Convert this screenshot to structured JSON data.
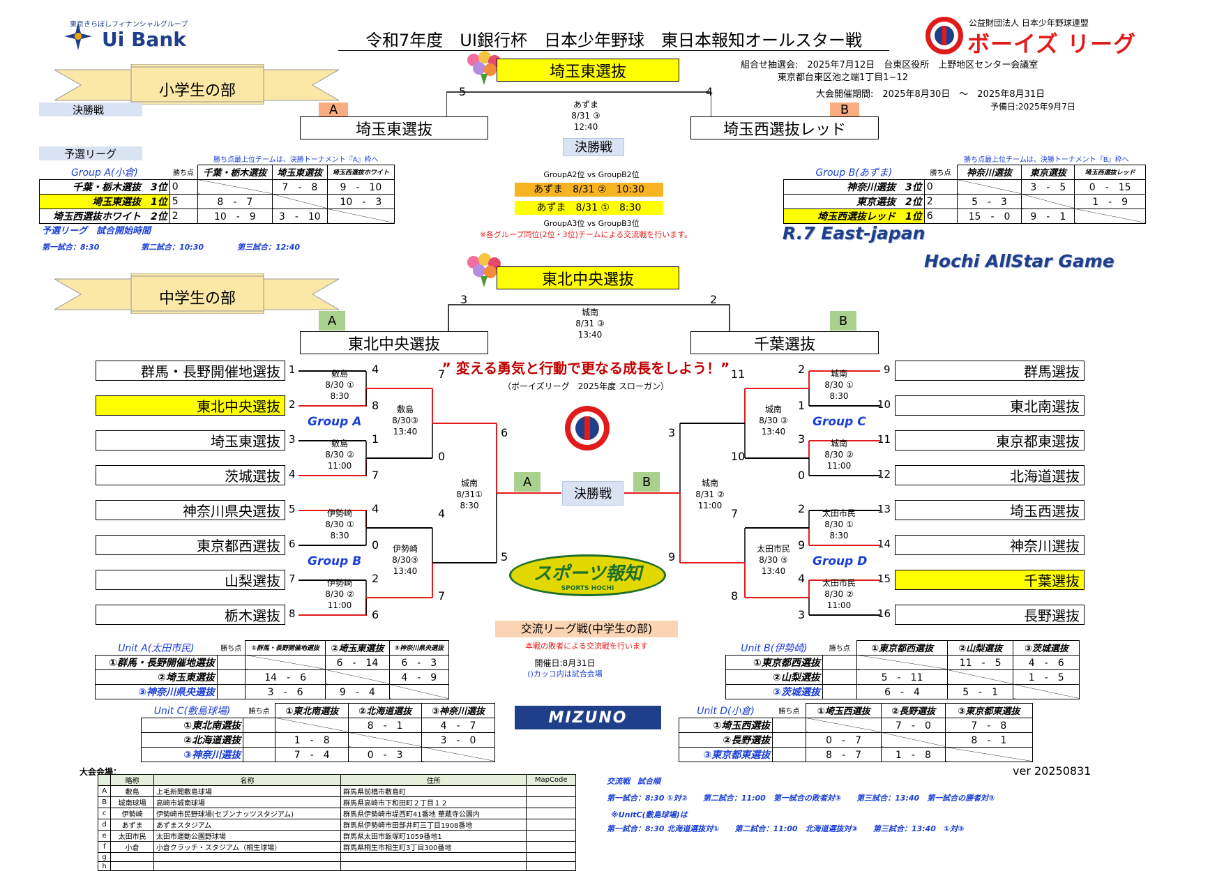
{
  "header": {
    "bank_sub": "東京きらぼしフィナンシャルグループ",
    "bank_name": "Ui Bank",
    "title": "令和7年度　UI銀行杯　日本少年野球　東日本報知オールスター戦",
    "league_sub": "公益財団法人 日本少年野球連盟",
    "league_name": "ボーイズ リーグ",
    "draw": "組合せ抽選会:　2025年7月12日　台東区役所　上野地区センター会議室",
    "address": "東京都台東区池之端1丁目1−12",
    "period": "大会開催期間:　2025年8月30日　～　2025年8月31日",
    "reserve": "予備日:2025年9月7日"
  },
  "elementary": {
    "banner": "小学生の部",
    "final_tag": "決勝戦",
    "champion": "埼玉東選抜",
    "left_score": "5",
    "right_score": "4",
    "venue": "あずま",
    "date": "8/31 ③",
    "time": "12:40",
    "label_a": "A",
    "label_b": "B",
    "team_a": "埼玉東選抜",
    "team_b": "埼玉西選抜レッド",
    "final_label": "決勝戦",
    "prelim_tag": "予選リーグ",
    "note_a": "勝ち点最上位チームは、決勝トーナメント『A』枠へ",
    "note_b": "勝ち点最上位チームは、決勝トーナメント『B』枠へ",
    "cross1": "GroupA2位 vs GroupB2位",
    "cross_m1": "あずま　8/31 ②　10:30",
    "cross_m2": "あずま　8/31 ①　8:30",
    "cross2": "GroupA3位 vs GroupB3位",
    "cross_note": "※各グループ同位(2位・3位)チームによる交流戦を行います。",
    "start_title": "予選リーグ　試合開始時間",
    "start1": "第一試合：8:30",
    "start2": "第二試合：10:30",
    "start3": "第三試合：12:40",
    "groupA": {
      "name": "Group A(小倉)",
      "pts": "勝ち点",
      "cols": [
        "千葉・栃木選抜",
        "埼玉東選抜",
        "埼玉西選抜ホワイト"
      ],
      "rows": [
        {
          "team": "千葉・栃木選抜　3位",
          "pts": "0",
          "c": [
            "",
            "7　-　8",
            "9　-　10"
          ]
        },
        {
          "team": "埼玉東選抜　1位",
          "pts": "5",
          "c": [
            "8　-　7",
            "",
            "10　-　3"
          ]
        },
        {
          "team": "埼玉西選抜ホワイト　2位",
          "pts": "2",
          "c": [
            "10　-　9",
            "3　-　10",
            ""
          ]
        }
      ]
    },
    "groupB": {
      "name": "Group B(あずま)",
      "pts": "勝ち点",
      "cols": [
        "神奈川選抜",
        "東京選抜",
        "埼玉西選抜レッド"
      ],
      "rows": [
        {
          "team": "神奈川選抜　3位",
          "pts": "0",
          "c": [
            "",
            "3　-　5",
            "0　-　15"
          ]
        },
        {
          "team": "東京選抜　2位",
          "pts": "2",
          "c": [
            "5　-　3",
            "",
            "1　-　9"
          ]
        },
        {
          "team": "埼玉西選抜レッド　1位",
          "pts": "6",
          "c": [
            "15　-　0",
            "9　-　1",
            ""
          ]
        }
      ]
    }
  },
  "brand": {
    "line1": "R.7 East-japan",
    "line2": "Hochi AllStar Game"
  },
  "junior": {
    "banner": "中学生の部",
    "champion": "東北中央選抜",
    "left_score": "3",
    "right_score": "2",
    "venue": "城南",
    "date": "8/31 ③",
    "time": "13:40",
    "label_a": "A",
    "label_b": "B",
    "team_a": "東北中央選抜",
    "team_b": "千葉選抜",
    "slogan": "” 変える勇気と行動で更なる成長をしよう！”",
    "slogan_sub": "（ボーイズリーグ　2025年度 スローガン）",
    "final_label": "決勝戦",
    "left_teams": [
      "群馬・長野開催地選抜",
      "東北中央選抜",
      "埼玉東選抜",
      "茨城選抜",
      "神奈川県央選抜",
      "東京都西選抜",
      "山梨選抜",
      "栃木選抜"
    ],
    "right_teams": [
      "群馬選抜",
      "東北南選抜",
      "東京都東選抜",
      "北海道選抜",
      "埼玉西選抜",
      "神奈川選抜",
      "千葉選抜",
      "長野選抜"
    ],
    "left_nums": [
      "1",
      "2",
      "3",
      "4",
      "5",
      "6",
      "7",
      "8"
    ],
    "right_nums": [
      "9",
      "10",
      "11",
      "12",
      "13",
      "14",
      "15",
      "16"
    ],
    "groups": [
      "Group A",
      "Group B",
      "Group C",
      "Group D"
    ],
    "left_r1": [
      {
        "v": "敷島",
        "d": "8/30 ①",
        "t": "8:30",
        "s1": "4",
        "s2": "8"
      },
      {
        "v": "敷島",
        "d": "8/30 ②",
        "t": "11:00",
        "s1": "1",
        "s2": "7"
      },
      {
        "v": "伊勢崎",
        "d": "8/30 ①",
        "t": "8:30",
        "s1": "4",
        "s2": "0"
      },
      {
        "v": "伊勢崎",
        "d": "8/30 ②",
        "t": "11:00",
        "s1": "2",
        "s2": "6"
      }
    ],
    "right_r1": [
      {
        "v": "城南",
        "d": "8/30 ①",
        "t": "8:30",
        "s1": "2",
        "s2": "1"
      },
      {
        "v": "城南",
        "d": "8/30 ②",
        "t": "11:00",
        "s1": "3",
        "s2": "0"
      },
      {
        "v": "太田市民",
        "d": "8/30 ①",
        "t": "8:30",
        "s1": "2",
        "s2": "9"
      },
      {
        "v": "太田市民",
        "d": "8/30 ②",
        "t": "11:00",
        "s1": "4",
        "s2": "3"
      }
    ],
    "left_r2": [
      {
        "v": "敷島",
        "d": "8/30③",
        "t": "13:40",
        "s1": "7",
        "s2": "0"
      },
      {
        "v": "伊勢崎",
        "d": "8/30③",
        "t": "13:40",
        "s1": "4",
        "s2": "7"
      }
    ],
    "right_r2": [
      {
        "v": "城南",
        "d": "8/30 ③",
        "t": "13:40",
        "s1": "11",
        "s2": "10"
      },
      {
        "v": "太田市民",
        "d": "8/30 ③",
        "t": "13:40",
        "s1": "7",
        "s2": "8"
      }
    ],
    "left_sf": {
      "v": "城南",
      "d": "8/31①",
      "t": "8:30",
      "s1": "6",
      "s2": "5"
    },
    "right_sf": {
      "v": "城南",
      "d": "8/31 ②",
      "t": "11:00",
      "s1": "3",
      "s2": "9"
    },
    "exchange_title": "交流リーグ戦(中学生の部)",
    "exchange_note": "本戦の敗者による交流戦を行います",
    "exchange_date": "開催日:8月31日",
    "exchange_paren": "()カッコ内は試合会場",
    "units": [
      {
        "name": "Unit A(太田市民)",
        "pts": "勝ち点",
        "cols": [
          "①群馬・長野開催地選抜",
          "②埼玉東選抜",
          "③神奈川県央選抜"
        ],
        "rows": [
          {
            "team": "①群馬・長野開催地選抜",
            "pts": "",
            "c": [
              "",
              "6　-　14",
              "6　-　3"
            ]
          },
          {
            "team": "②埼玉東選抜",
            "pts": "",
            "c": [
              "14　-　6",
              "",
              "4　-　9"
            ]
          },
          {
            "team": "③神奈川県央選抜",
            "pts": "",
            "c": [
              "3　-　6",
              "9　-　4",
              ""
            ]
          }
        ]
      },
      {
        "name": "Unit B(伊勢崎)",
        "pts": "勝ち点",
        "cols": [
          "①東京都西選抜",
          "②山梨選抜",
          "③茨城選抜"
        ],
        "rows": [
          {
            "team": "①東京都西選抜",
            "pts": "",
            "c": [
              "",
              "11　-　5",
              "4　-　6"
            ]
          },
          {
            "team": "②山梨選抜",
            "pts": "",
            "c": [
              "5　-　11",
              "",
              "1　-　5"
            ]
          },
          {
            "team": "③茨城選抜",
            "pts": "",
            "c": [
              "6　-　4",
              "5　-　1",
              ""
            ]
          }
        ]
      },
      {
        "name": "Unit C(敷島球場)",
        "pts": "勝ち点",
        "cols": [
          "①東北南選抜",
          "②北海道選抜",
          "③神奈川選抜"
        ],
        "rows": [
          {
            "team": "①東北南選抜",
            "pts": "",
            "c": [
              "",
              "8　-　1",
              "4　-　7"
            ]
          },
          {
            "team": "②北海道選抜",
            "pts": "",
            "c": [
              "1　-　8",
              "",
              "3　-　0"
            ]
          },
          {
            "team": "③神奈川選抜",
            "pts": "",
            "c": [
              "7　-　4",
              "0　-　3",
              ""
            ]
          }
        ]
      },
      {
        "name": "Unit D(小倉)",
        "pts": "勝ち点",
        "cols": [
          "①埼玉西選抜",
          "②長野選抜",
          "③東京都東選抜"
        ],
        "rows": [
          {
            "team": "①埼玉西選抜",
            "pts": "",
            "c": [
              "",
              "7　-　0",
              "7　-　8"
            ]
          },
          {
            "team": "②長野選抜",
            "pts": "",
            "c": [
              "0　-　7",
              "",
              "8　-　1"
            ]
          },
          {
            "team": "③東京都東選抜",
            "pts": "",
            "c": [
              "8　-　7",
              "1　-　8",
              ""
            ]
          }
        ]
      }
    ]
  },
  "venues": {
    "title": "大会会場：",
    "headers": [
      "",
      "略称",
      "名称",
      "住所",
      "MapCode"
    ],
    "rows": [
      [
        "A",
        "敷島",
        "上毛新聞敷島球場",
        "群馬県前橋市敷島町",
        ""
      ],
      [
        "B",
        "城南球場",
        "高崎市城南球場",
        "群馬県高崎市下和田町２丁目１２",
        ""
      ],
      [
        "c",
        "伊勢崎",
        "伊勢崎市民野球場(セブンナッツスタジアム)",
        "群馬県伊勢崎市堤西町41番地 華蔵寺公園内",
        ""
      ],
      [
        "d",
        "あずま",
        "あずまスタジアム",
        "群馬県伊勢崎市田部井町三丁目1908番地",
        ""
      ],
      [
        "e",
        "太田市民",
        "太田市運動公園野球場",
        "群馬県太田市飯塚町1059番地1",
        ""
      ],
      [
        "f",
        "小倉",
        "小倉クラッチ・スタジアム（桐生球場）",
        "群馬県桐生市相生町3丁目300番地",
        ""
      ],
      [
        "g",
        "",
        "",
        "",
        ""
      ],
      [
        "h",
        "",
        "",
        "",
        ""
      ]
    ]
  },
  "exchange_schedule": {
    "title": "交流戦　試合順",
    "line1": "第一試合：8:30 ①対②　　第二試合：11:00　第一試合の敗者対③　　第三試合：13:40　第一試合の勝者対③",
    "line2": "※UnitC(敷島球場)は",
    "line3": "第一試合：8:30 北海道選抜対①　　第二試合：11:00　北海道選抜対③　　第三試合：13:40　①対③"
  },
  "version": "ver 20250831",
  "sponsor": {
    "hochi": "スポーツ報知",
    "hochi_sub": "SPORTS HOCHI",
    "mizuno": "MIZUNO"
  },
  "colors": {
    "yellow": "#ffff00",
    "red": "#e31a1a",
    "orange": "#f9ad81",
    "green": "#a9d18e",
    "lightblue": "#dae3f3",
    "banner": "#fbe7a6"
  }
}
